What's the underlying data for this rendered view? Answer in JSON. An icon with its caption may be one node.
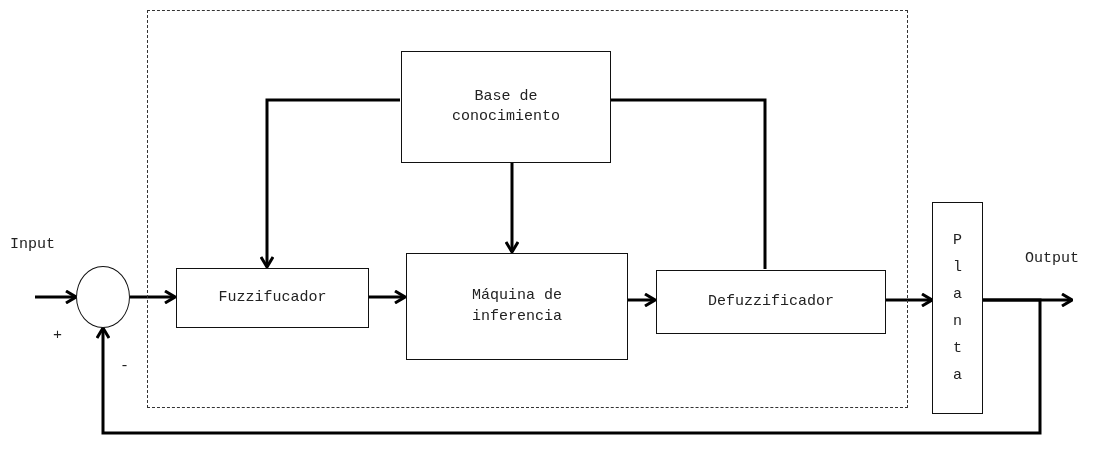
{
  "diagram": {
    "nodes": [
      {
        "text": [],
        "shape": "box"
      },
      {
        "text": [
          "Base de conocimiento"
        ],
        "in": 0
      },
      {
        "text": [],
        "shape": "circle",
        "beside": [
          "+",
          "-"
        ]
      },
      {
        "text": [
          "Fuzzifucador"
        ],
        "in": 0
      },
      {
        "text": [
          "Máquina de inferencia"
        ],
        "in": 0
      },
      {
        "text": [
          "Defuzzificador"
        ],
        "in": 0
      },
      {
        "text": [
          "Planta"
        ]
      }
    ],
    "edges": [
      {
        "from": null,
        "to": 2,
        "arrow": "to"
      },
      {
        "from": 2,
        "to": 3,
        "arrow": "to"
      },
      {
        "from": 3,
        "to": 4,
        "arrow": "to"
      },
      {
        "from": 4,
        "to": 5,
        "arrow": "to"
      },
      {
        "from": 5,
        "to": 6,
        "arrow": "to"
      },
      {
        "from": 1,
        "to": 3,
        "arrow": "to"
      },
      {
        "from": 1,
        "to": 4,
        "arrow": "to"
      },
      {
        "from": 1,
        "to": 5,
        "arrow": "none"
      },
      {
        "from": 6,
        "to": null,
        "arrow": "to"
      },
      {
        "from": 6,
        "to": 2,
        "arrow": "to"
      }
    ],
    "labels": [
      "Input",
      "Output"
    ]
  }
}
